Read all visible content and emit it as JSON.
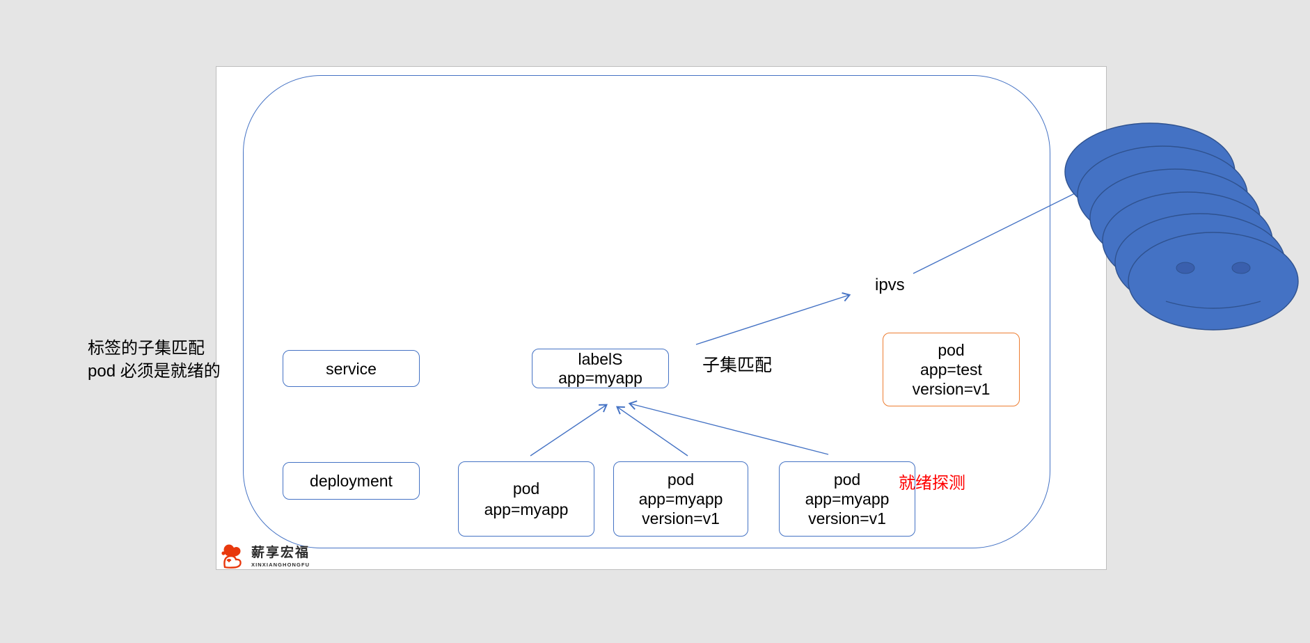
{
  "annotations": {
    "left_note_line1": "标签的子集匹配",
    "left_note_line2": "pod 必须是就绪的",
    "ipvs": "ipvs",
    "subset_match": "子集匹配",
    "readiness_probe": "就绪探测"
  },
  "nodes": {
    "service": {
      "label": "service"
    },
    "label_selector": {
      "line1": "labelS",
      "line2": "app=myapp"
    },
    "deployment": {
      "label": "deployment"
    },
    "pod_myapp": {
      "line1": "pod",
      "line2": "app=myapp"
    },
    "pod_myapp_v1_a": {
      "line1": "pod",
      "line2": "app=myapp",
      "line3": "version=v1"
    },
    "pod_myapp_v1_b": {
      "line1": "pod",
      "line2": "app=myapp",
      "line3": "version=v1"
    },
    "pod_test_v1": {
      "line1": "pod",
      "line2": "app=test",
      "line3": "version=v1"
    }
  },
  "logo": {
    "brand": "薪享宏福",
    "brand_latin": "XINXIANGHONGFU"
  },
  "colors": {
    "node_border_blue": "#4472C4",
    "node_border_orange": "#ED7D31",
    "connector_blue": "#4472C4",
    "smiley_fill": "#4472C4",
    "smiley_outline": "#2F528F",
    "readiness_text_red": "#FF0000",
    "logo_red": "#E8380D",
    "background_gray": "#E5E5E5"
  },
  "diagram": {
    "smiley_count": 6
  }
}
